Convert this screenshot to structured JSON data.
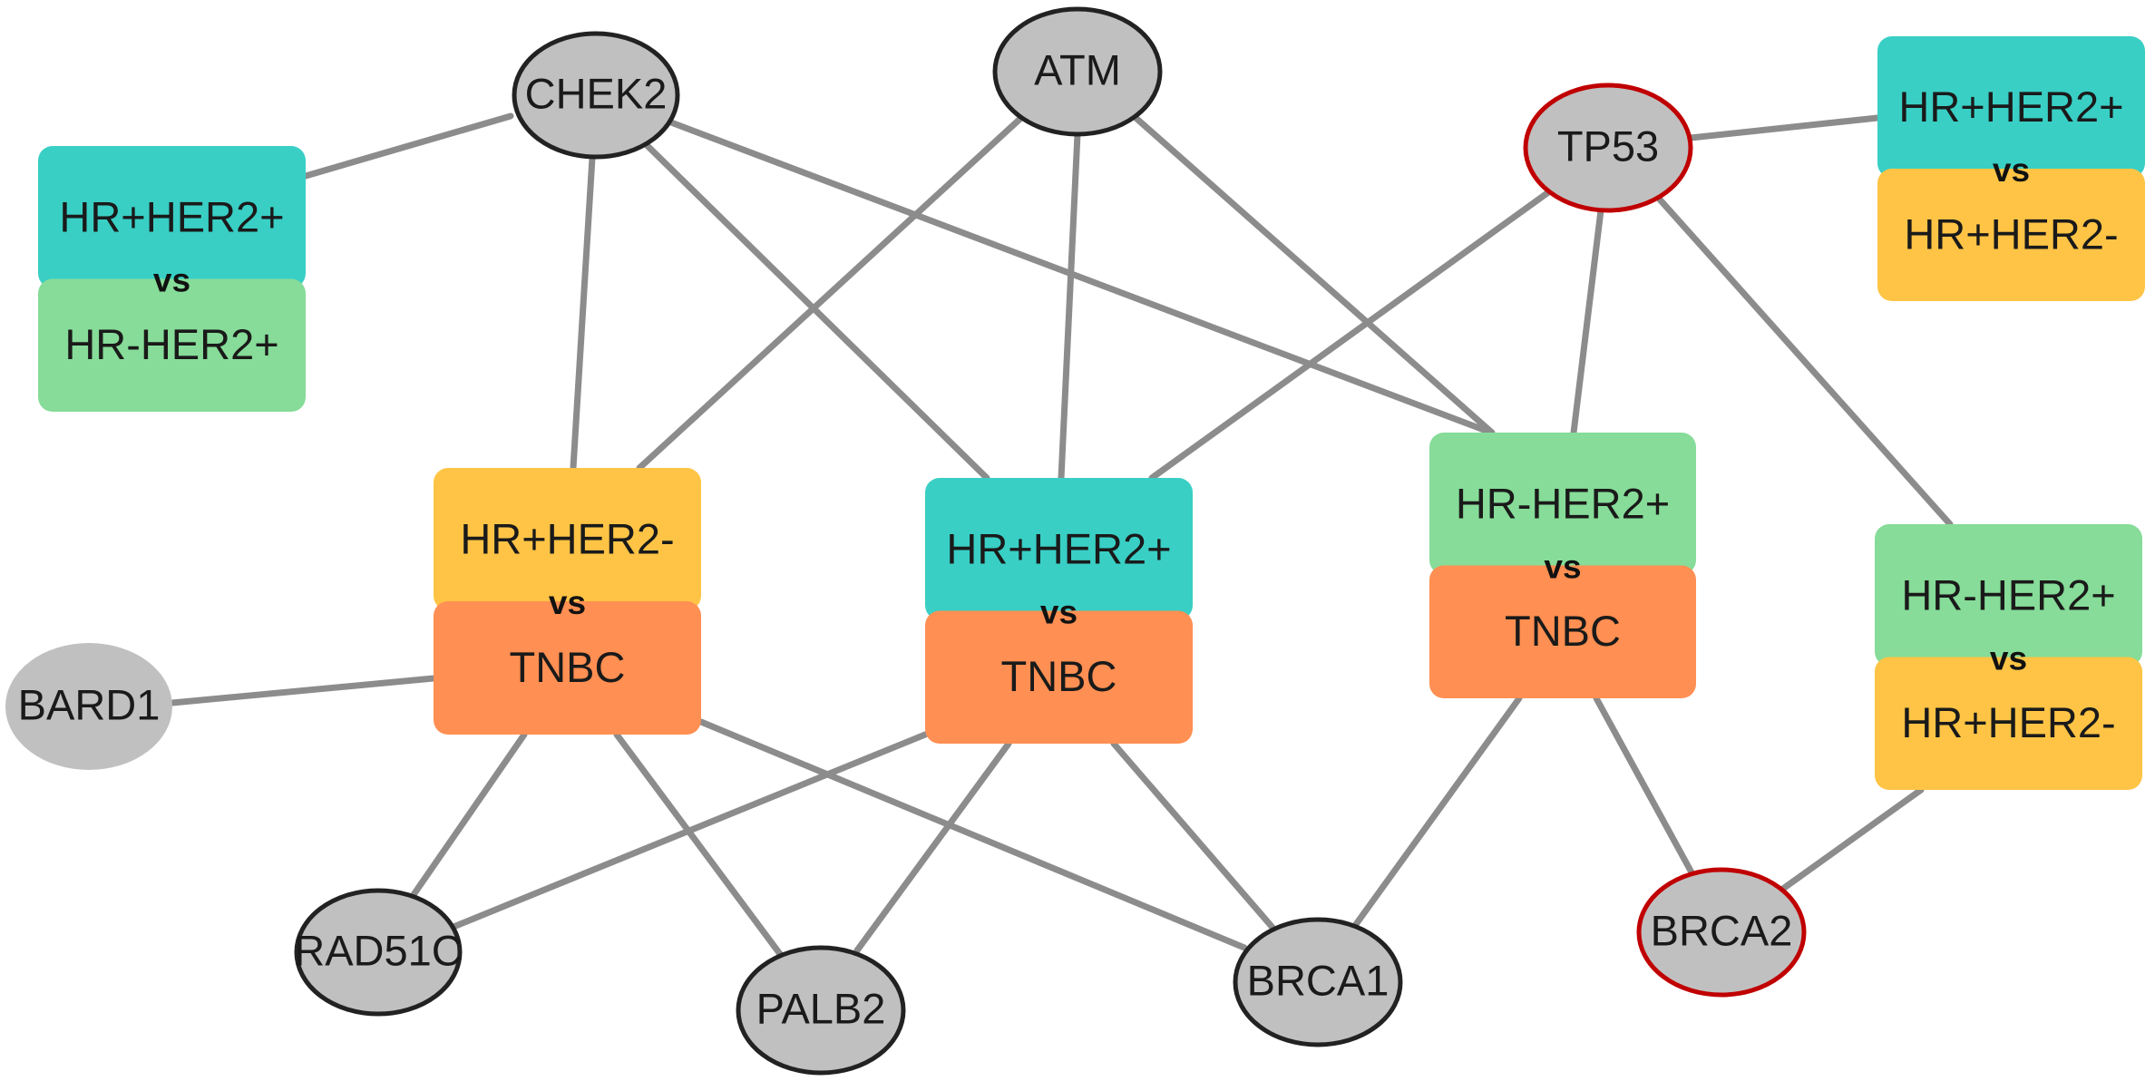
{
  "colors": {
    "edge": "#8c8c8c",
    "node_fill": "#c0c0c0",
    "node_border": "#222222",
    "node_border_highlight": "#c00000",
    "HR+HER2+": "#39cfc5",
    "HR+HER2-": "#ffc445",
    "HR-HER2+": "#86dc98",
    "TNBC": "#ff8f52"
  },
  "genes": [
    {
      "id": "CHEK2",
      "label": "CHEK2",
      "border": "dark"
    },
    {
      "id": "ATM",
      "label": "ATM",
      "border": "dark"
    },
    {
      "id": "TP53",
      "label": "TP53",
      "border": "red"
    },
    {
      "id": "BARD1",
      "label": "BARD1",
      "border": "none"
    },
    {
      "id": "RAD51C",
      "label": "RAD51C",
      "border": "dark"
    },
    {
      "id": "PALB2",
      "label": "PALB2",
      "border": "dark"
    },
    {
      "id": "BRCA1",
      "label": "BRCA1",
      "border": "dark"
    },
    {
      "id": "BRCA2",
      "label": "BRCA2",
      "border": "red"
    }
  ],
  "comparisons": [
    {
      "id": "c1",
      "top": "HR+HER2+",
      "bottom": "HR-HER2+",
      "vs": "vs"
    },
    {
      "id": "c2",
      "top": "HR+HER2-",
      "bottom": "TNBC",
      "vs": "vs"
    },
    {
      "id": "c3",
      "top": "HR+HER2+",
      "bottom": "TNBC",
      "vs": "vs"
    },
    {
      "id": "c4",
      "top": "HR-HER2+",
      "bottom": "TNBC",
      "vs": "vs"
    },
    {
      "id": "c5",
      "top": "HR+HER2+",
      "bottom": "HR+HER2-",
      "vs": "vs"
    },
    {
      "id": "c6",
      "top": "HR-HER2+",
      "bottom": "HR+HER2-",
      "vs": "vs"
    }
  ],
  "edges": [
    [
      "CHEK2",
      "c1"
    ],
    [
      "CHEK2",
      "c2"
    ],
    [
      "CHEK2",
      "c3"
    ],
    [
      "CHEK2",
      "c4"
    ],
    [
      "ATM",
      "c2"
    ],
    [
      "ATM",
      "c3"
    ],
    [
      "ATM",
      "c4"
    ],
    [
      "TP53",
      "c5"
    ],
    [
      "TP53",
      "c3"
    ],
    [
      "TP53",
      "c4"
    ],
    [
      "TP53",
      "c6"
    ],
    [
      "BARD1",
      "c2"
    ],
    [
      "RAD51C",
      "c2"
    ],
    [
      "RAD51C",
      "c3"
    ],
    [
      "PALB2",
      "c2"
    ],
    [
      "PALB2",
      "c3"
    ],
    [
      "BRCA1",
      "c2"
    ],
    [
      "BRCA1",
      "c3"
    ],
    [
      "BRCA1",
      "c4"
    ],
    [
      "BRCA2",
      "c4"
    ],
    [
      "BRCA2",
      "c6"
    ]
  ]
}
